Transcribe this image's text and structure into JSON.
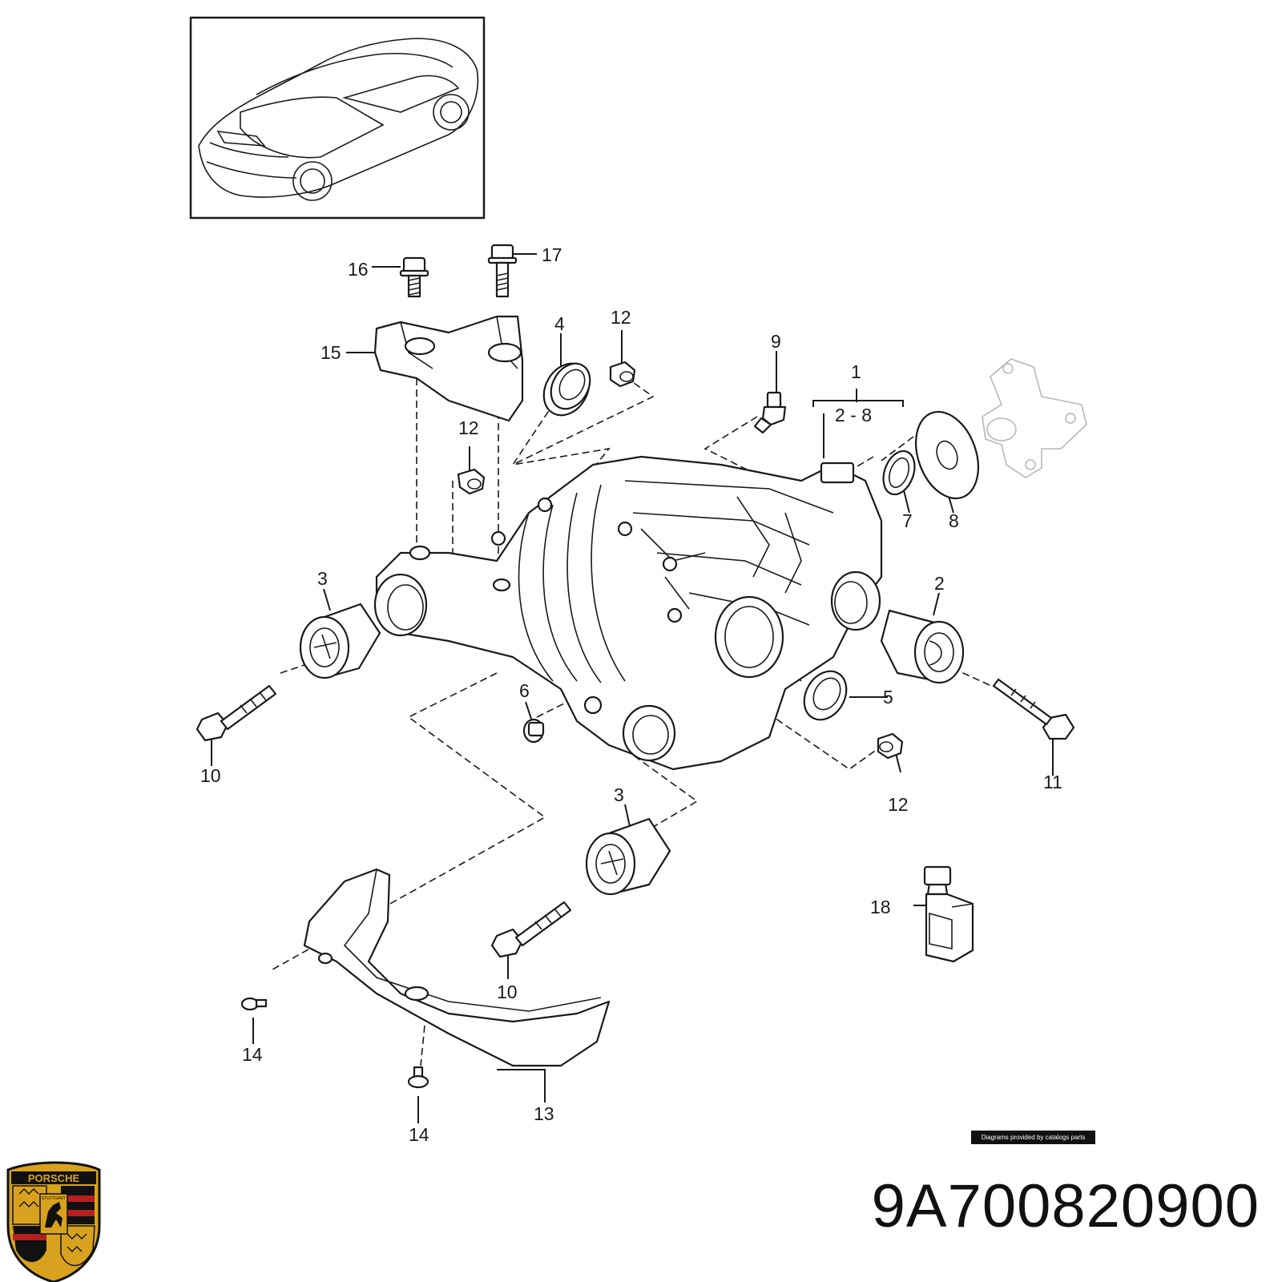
{
  "callouts": {
    "c1": "1",
    "c2_8": "2 - 8",
    "c2": "2",
    "c3a": "3",
    "c3b": "3",
    "c4": "4",
    "c5": "5",
    "c6": "6",
    "c7": "7",
    "c8": "8",
    "c9": "9",
    "c10a": "10",
    "c10b": "10",
    "c11": "11",
    "c12a": "12",
    "c12b": "12",
    "c12c": "12",
    "c13": "13",
    "c14a": "14",
    "c14b": "14",
    "c15": "15",
    "c16": "16",
    "c17": "17",
    "c18": "18"
  },
  "credit": "Diagrams provided by catalogs parts",
  "part_number": "9A700820900",
  "logo": {
    "name": "porsche-crest",
    "lettering": [
      "PORSCHE",
      "STUTTGART"
    ],
    "colors": {
      "gold": "#d8a21e",
      "red": "#b3201e",
      "black": "#111111"
    }
  }
}
